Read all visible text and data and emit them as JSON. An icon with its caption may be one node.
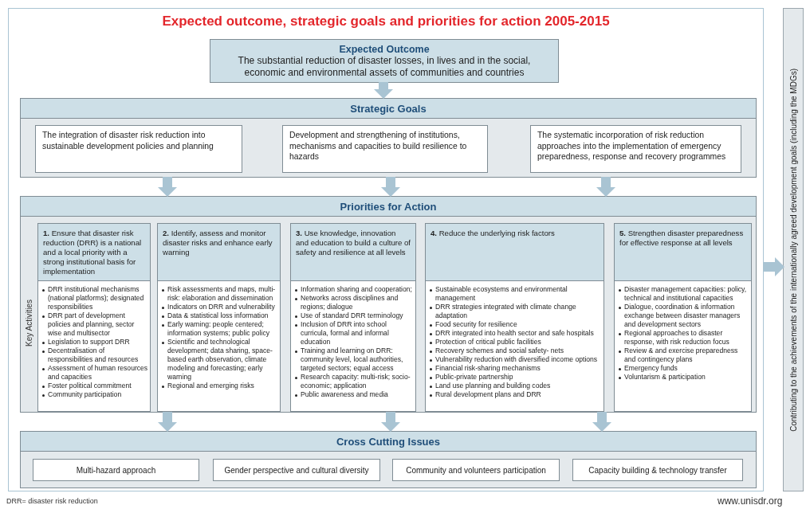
{
  "diagram": {
    "nodes": [
      {
        "text": [
          "Expected outcome, strategic goals and priorities for action 2005-2015"
        ]
      },
      {
        "text": [
          "Expected Outcome",
          "The substantial reduction of disaster losses, in lives and in the social, economic and environmental assets of communities and countries"
        ],
        "in": 0
      },
      {
        "text": [
          "Strategic Goals"
        ],
        "in": 0
      },
      {
        "text": [
          "The integration of disaster risk reduction into sustainable development policies and planning"
        ],
        "in": 2
      },
      {
        "text": [
          "Development and strengthening of institutions, mechanisms and capacities to build resilience to hazards"
        ],
        "in": 2
      },
      {
        "text": [
          "The systematic incorporation of risk reduction approaches into the implementation of emergency preparedness, response and recovery programmes"
        ],
        "in": 2
      },
      {
        "text": [
          "Priorities for Action"
        ],
        "in": 0
      },
      {
        "text": [
          "**1.** Ensure that disaster risk reduction (DRR) is a national and a local priority with a strong institutional basis for implementation",
          "DRR institutional mechanisms (national platforms); designated responsibilities",
          "DRR part of development policies and planning, sector wise and multisector",
          "Legislation to support DRR",
          "Decentralisation of responsibilities and resources",
          "Assessment of human resources and capacities",
          "Foster political commitment",
          "Community participation"
        ],
        "in": 6
      },
      {
        "text": [
          "**2.** Identify, assess and monitor disaster risks and enhance early warning",
          "Risk assessments and  maps, multi-risk: elaboration and dissemination",
          "Indicators on DRR and vulnerability",
          "Data & statistical loss information",
          "Early warning: people centered; information systems; public policy",
          "Scientific and  technological development; data sharing, space-based earth observation, climate modeling and forecasting; early warning",
          "Regional and emerging risks"
        ],
        "in": 6
      },
      {
        "text": [
          "**3.** Use knowledge, innovation and education to build a culture of safety and resilience at all levels",
          "Information sharing and cooperation;",
          "Networks across disciplines and regions; dialogue",
          "Use of standard DRR terminology",
          "Inclusion of DRR into school curricula, formal and informal education",
          "Training and learning on DRR: community level, local authorities, targeted sectors; equal access",
          "Research capacity: multi-risk; socio-economic; application",
          "Public awareness and media"
        ],
        "in": 6
      },
      {
        "text": [
          "**4.** Reduce the underlying risk factors",
          "Sustainable ecosystems and environmental management",
          "DRR strategies integrated with climate change adaptation",
          "Food security for resilience",
          "DRR integrated into health sector and safe hospitals",
          "Protection of critical public facilities",
          "Recovery schemes and social safety- nets",
          "Vulnerability reduction with diversified income options",
          "Financial risk-sharing mechanisms",
          "Public-private partnership",
          "Land use planning and building codes",
          "Rural development plans and DRR"
        ],
        "in": 6
      },
      {
        "text": [
          "**5.** Strengthen disaster preparedness for effective response at all levels",
          "Disaster management capacities: policy, technical and institutional capacities",
          "Dialogue, coordination  & information exchange between disaster managers and development sectors",
          "Regional approaches to disaster response, with risk reduction focus",
          "Review & and exercise preparedness and contingency plans",
          "Emergency funds",
          "Voluntarism & participation"
        ],
        "in": 6
      },
      {
        "text": [
          "Cross Cutting Issues"
        ],
        "in": 0
      },
      {
        "text": [
          "Multi-hazard approach"
        ],
        "in": 12
      },
      {
        "text": [
          "Gender perspective and cultural diversity"
        ],
        "in": 12
      },
      {
        "text": [
          "Community and volunteers participation"
        ],
        "in": 12
      },
      {
        "text": [
          "Capacity building & technology transfer"
        ],
        "in": 12
      },
      {
        "text": [
          "Contributing to the achievements of the internationally agreed development goals (including the MDGs)"
        ]
      }
    ],
    "edges": [
      {
        "from": 1,
        "to": 2,
        "arrow": "to"
      },
      {
        "from": 2,
        "to": 6,
        "arrow": "to"
      },
      {
        "from": 2,
        "to": 6,
        "arrow": "to"
      },
      {
        "from": 2,
        "to": 6,
        "arrow": "to"
      },
      {
        "from": 6,
        "to": 12,
        "arrow": "to"
      },
      {
        "from": 6,
        "to": 12,
        "arrow": "to"
      },
      {
        "from": 6,
        "to": 12,
        "arrow": "to"
      },
      {
        "from": 0,
        "to": 17,
        "arrow": "to"
      }
    ],
    "labels": [
      "Key Activities",
      "DRR= disaster risk reduction",
      "www.unisdr.org"
    ]
  }
}
